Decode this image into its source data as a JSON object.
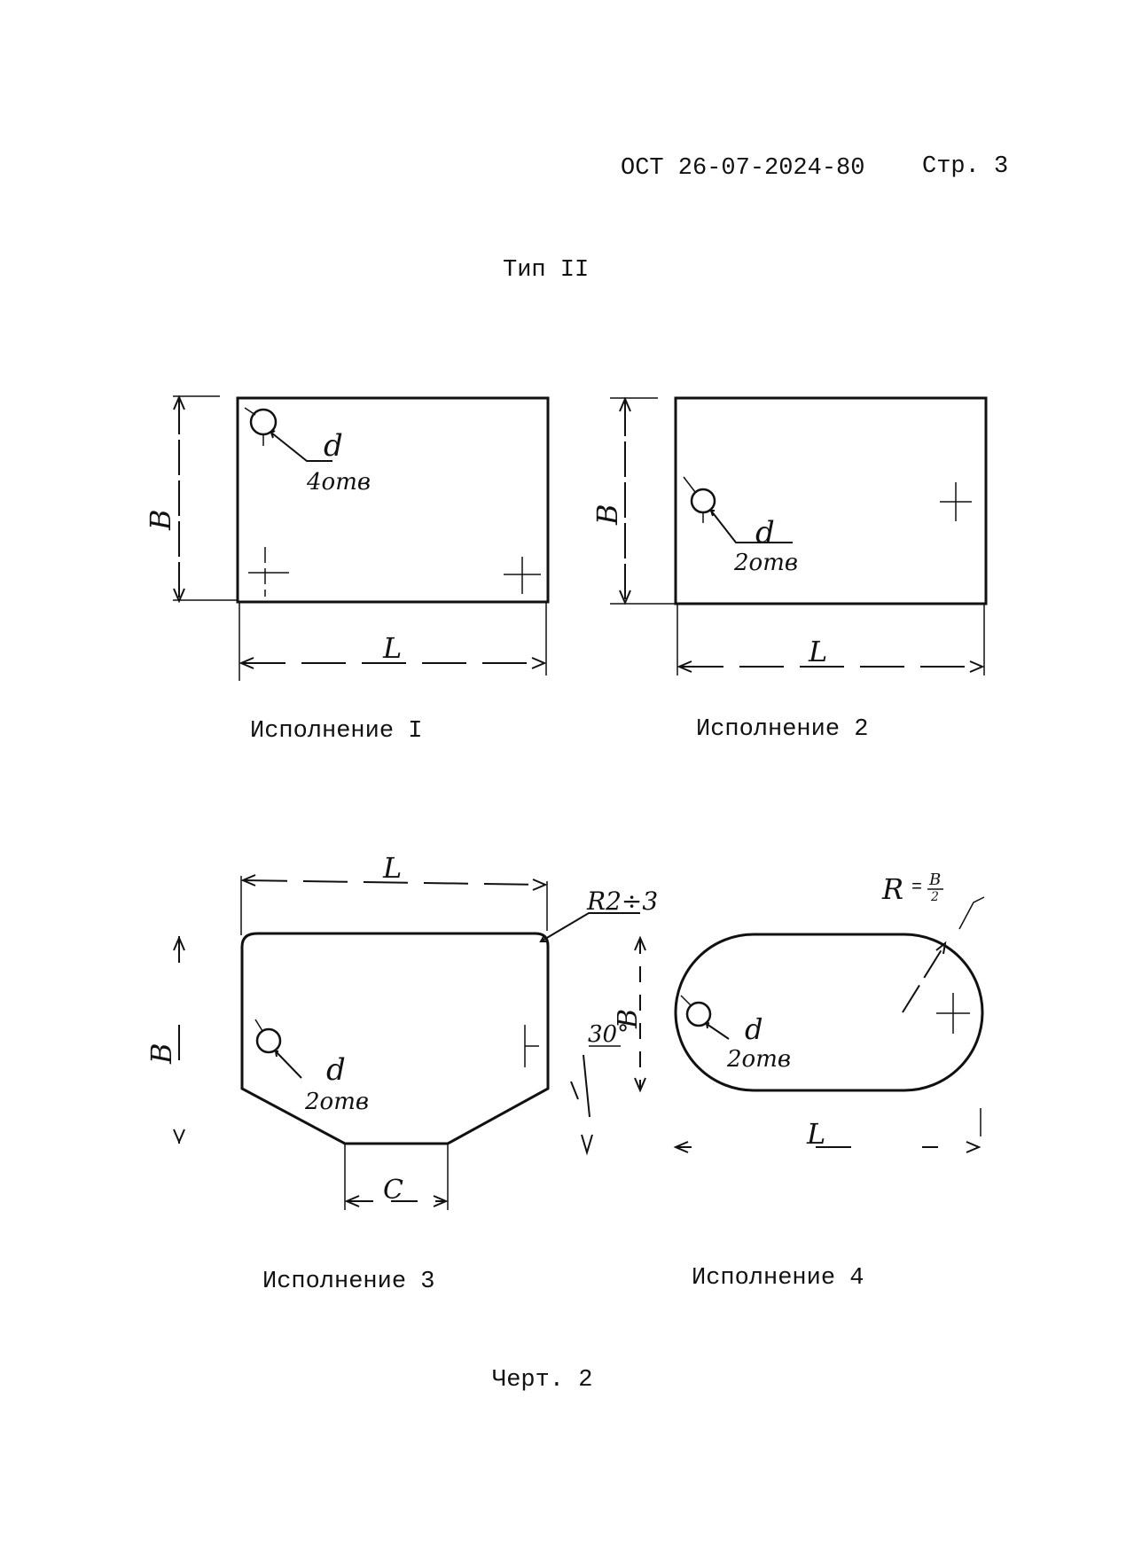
{
  "header": {
    "standard": "ОСТ 26-07-2024-80",
    "page": "Стр. 3"
  },
  "section_title": "Тип II",
  "figure_caption": "Черт. 2",
  "variants": [
    {
      "caption": "Исполнение I",
      "dims": {
        "length": "L",
        "width": "B"
      },
      "hole": {
        "label": "d",
        "count": "4отв"
      }
    },
    {
      "caption": "Исполнение 2",
      "dims": {
        "length": "L",
        "width": "B"
      },
      "hole": {
        "label": "d",
        "count": "2отв"
      }
    },
    {
      "caption": "Исполнение 3",
      "dims": {
        "length": "L",
        "width": "B",
        "bottom": "C",
        "radius": "R2÷3",
        "angle": "30°"
      },
      "hole": {
        "label": "d",
        "count": "2отв"
      }
    },
    {
      "caption": "Исполнение 4",
      "dims": {
        "length": "L",
        "width": "B",
        "radius": "R",
        "radius_value_num": "B",
        "radius_value_den": "2"
      },
      "hole": {
        "label": "d",
        "count": "2отв"
      }
    }
  ]
}
